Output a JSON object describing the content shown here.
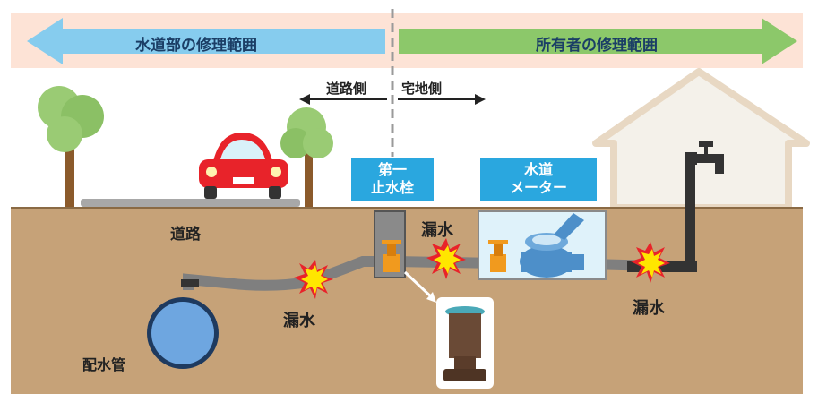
{
  "bands": {
    "left_label": "水道部の修理範囲",
    "right_label": "所有者の修理範囲"
  },
  "sides": {
    "road_side": "道路側",
    "house_side": "宅地側"
  },
  "labels": {
    "road": "道路",
    "main_pipe": "配水管",
    "leak_left": "漏水",
    "leak_middle": "漏水",
    "leak_right": "漏水"
  },
  "signs": {
    "stop_valve_line1": "第一",
    "stop_valve_line2": "止水栓",
    "meter_line1": "水道",
    "meter_line2": "メーター"
  },
  "colors": {
    "band_bg": "#fde3d6",
    "left_arrow": "#86ccee",
    "right_arrow": "#8cc86a",
    "ground": "#c6a278",
    "sign": "#2aa7df",
    "valve": "#f19a1e",
    "meter": "#4d8fc9",
    "pipe": "#7f7f7f",
    "car": "#e8232a"
  }
}
